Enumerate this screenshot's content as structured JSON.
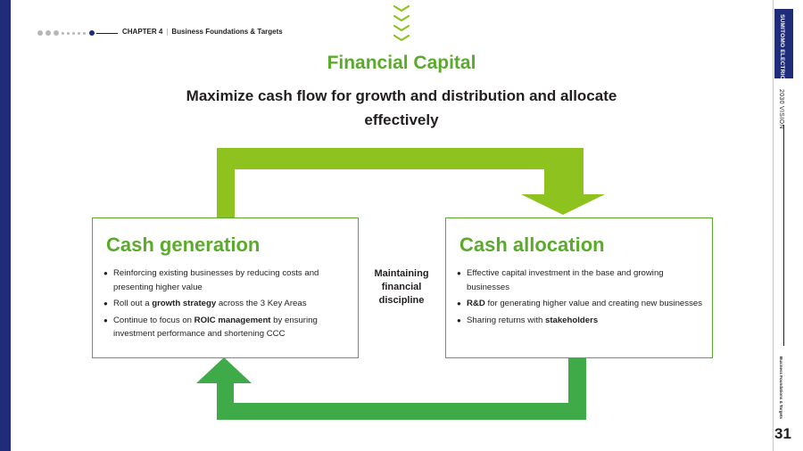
{
  "header": {
    "chapter": "CHAPTER 4",
    "section": "Business Foundations & Targets"
  },
  "main": {
    "title": "Financial Capital",
    "subtitle": "Maximize cash flow for growth and distribution and allocate effectively",
    "center_text": "Maintaining financial discipline"
  },
  "cash_generation": {
    "title": "Cash generation",
    "bullets": [
      {
        "before": "Reinforcing existing businesses by reducing costs and presenting higher value",
        "bold": "",
        "after": ""
      },
      {
        "before": "Roll out a ",
        "bold": "growth strategy",
        "after": " across the 3 Key Areas"
      },
      {
        "before": "Continue to focus on ",
        "bold": "ROIC management",
        "after": " by ensuring investment performance and shortening CCC"
      }
    ]
  },
  "cash_allocation": {
    "title": "Cash allocation",
    "bullets": [
      {
        "before": "Effective capital investment in the base and growing businesses",
        "bold": "",
        "after": ""
      },
      {
        "before": "",
        "bold": "R&D",
        "after": " for generating higher value and creating new businesses"
      },
      {
        "before": "Sharing returns with ",
        "bold": "stakeholders",
        "after": ""
      }
    ]
  },
  "sidebar": {
    "brand": "SUMITOMO ELECTRIC",
    "vision": "2030 VISION",
    "section": "Business Foundations & Targets",
    "page_number": "31"
  },
  "colors": {
    "navy": "#1f2c79",
    "green_light": "#8dc21f",
    "green_dark": "#3faa48",
    "title_green": "#5aab2b"
  },
  "icons": {
    "top_arrows": "chevron-down-icon",
    "cycle_arrows": "cycle-arrow-icon"
  }
}
